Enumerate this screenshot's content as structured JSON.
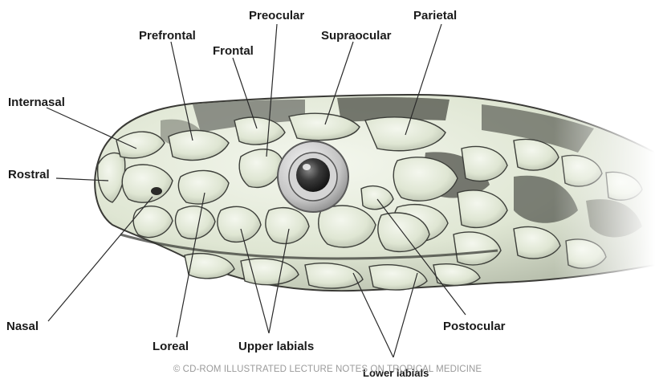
{
  "labels": {
    "preocular": "Preocular",
    "parietal": "Parietal",
    "prefrontal": "Prefrontal",
    "supraocular": "Supraocular",
    "frontal": "Frontal",
    "internasal": "Internasal",
    "rostral": "Rostral",
    "nasal": "Nasal",
    "loreal": "Loreal",
    "upper_labials": "Upper labials",
    "postocular": "Postocular",
    "lower_labials": "Lower labials"
  },
  "copyright": "© CD-ROM ILLUSTRATED LECTURE NOTES ON TROPICAL MEDICINE",
  "colors": {
    "scale_light": "#e4ebd9",
    "scale_mid": "#b9c0b0",
    "scale_dark": "#4a4a46",
    "eye_ring": "#c8c8c8",
    "pupil": "#2e2e2e"
  }
}
